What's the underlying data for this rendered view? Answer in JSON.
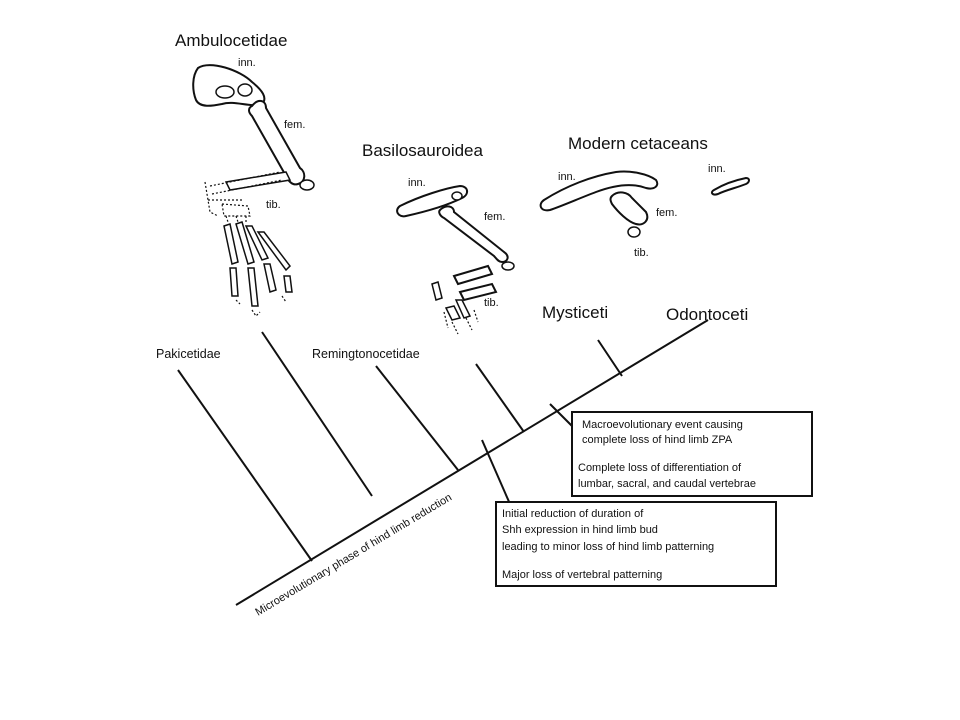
{
  "taxa": {
    "ambulocetidae": "Ambulocetidae",
    "basilosauroidea": "Basilosauroidea",
    "modern": "Modern cetaceans",
    "pakicetidae": "Pakicetidae",
    "remingtonocetidae": "Remingtonocetidae",
    "mysticeti": "Mysticeti",
    "odontoceti": "Odontoceti"
  },
  "bone_labels": {
    "amb_inn": "inn.",
    "amb_fem": "fem.",
    "amb_tib": "tib.",
    "bas_inn": "inn.",
    "bas_fem": "fem.",
    "bas_tib": "tib.",
    "mod_inn1": "inn.",
    "mod_fem": "fem.",
    "mod_tib": "tib.",
    "mod_inn2": "inn."
  },
  "axis_label": "Microevolutionary phase of hind limb reduction",
  "box_upper": {
    "line1": "Macroevolutionary event causing",
    "line2": "complete loss of hind limb ZPA",
    "line3": "Complete loss of differentiation of",
    "line4": "lumbar, sacral, and caudal vertebrae"
  },
  "box_lower": {
    "line1": "Initial reduction of duration of",
    "line2": "Shh expression in hind limb bud",
    "line3": "leading to minor loss of hind limb patterning",
    "line4": "Major loss of vertebral patterning"
  }
}
